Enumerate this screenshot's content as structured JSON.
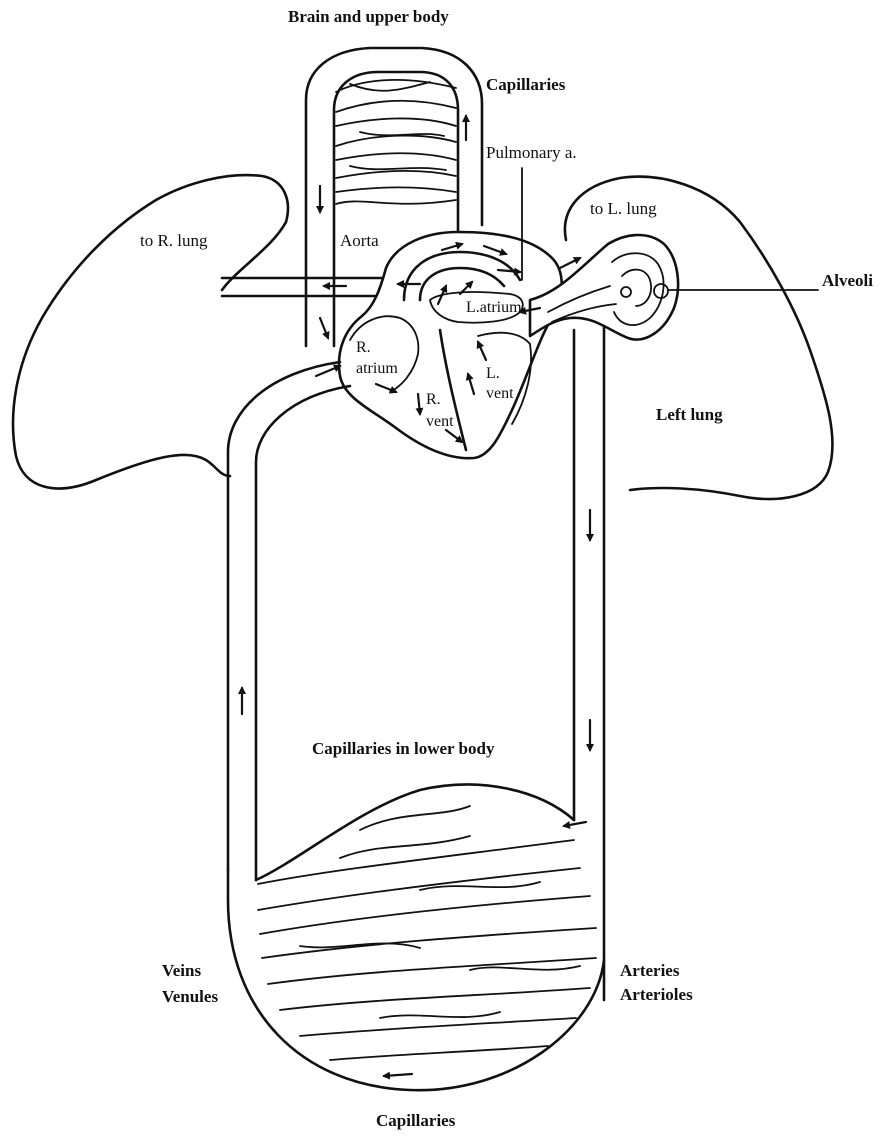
{
  "labels": {
    "brain_upper_body": "Brain and upper body",
    "capillaries_top": "Capillaries",
    "pulmonary_a": "Pulmonary a.",
    "to_r_lung": "to R. lung",
    "to_l_lung": "to L. lung",
    "aorta": "Aorta",
    "alveoli": "Alveoli",
    "l_atrium": "L.atrium",
    "r_atrium_1": "R.",
    "r_atrium_2": "atrium",
    "l_vent_1": "L.",
    "l_vent_2": "vent",
    "r_vent_1": "R.",
    "r_vent_2": "vent",
    "left_lung": "Left lung",
    "capillaries_lower_body": "Capillaries in lower body",
    "veins": "Veins",
    "venules": "Venules",
    "arteries": "Arteries",
    "arterioles": "Arterioles",
    "capillaries_bottom": "Capillaries"
  },
  "colors": {
    "ink": "#111111",
    "paper": "#ffffff"
  }
}
